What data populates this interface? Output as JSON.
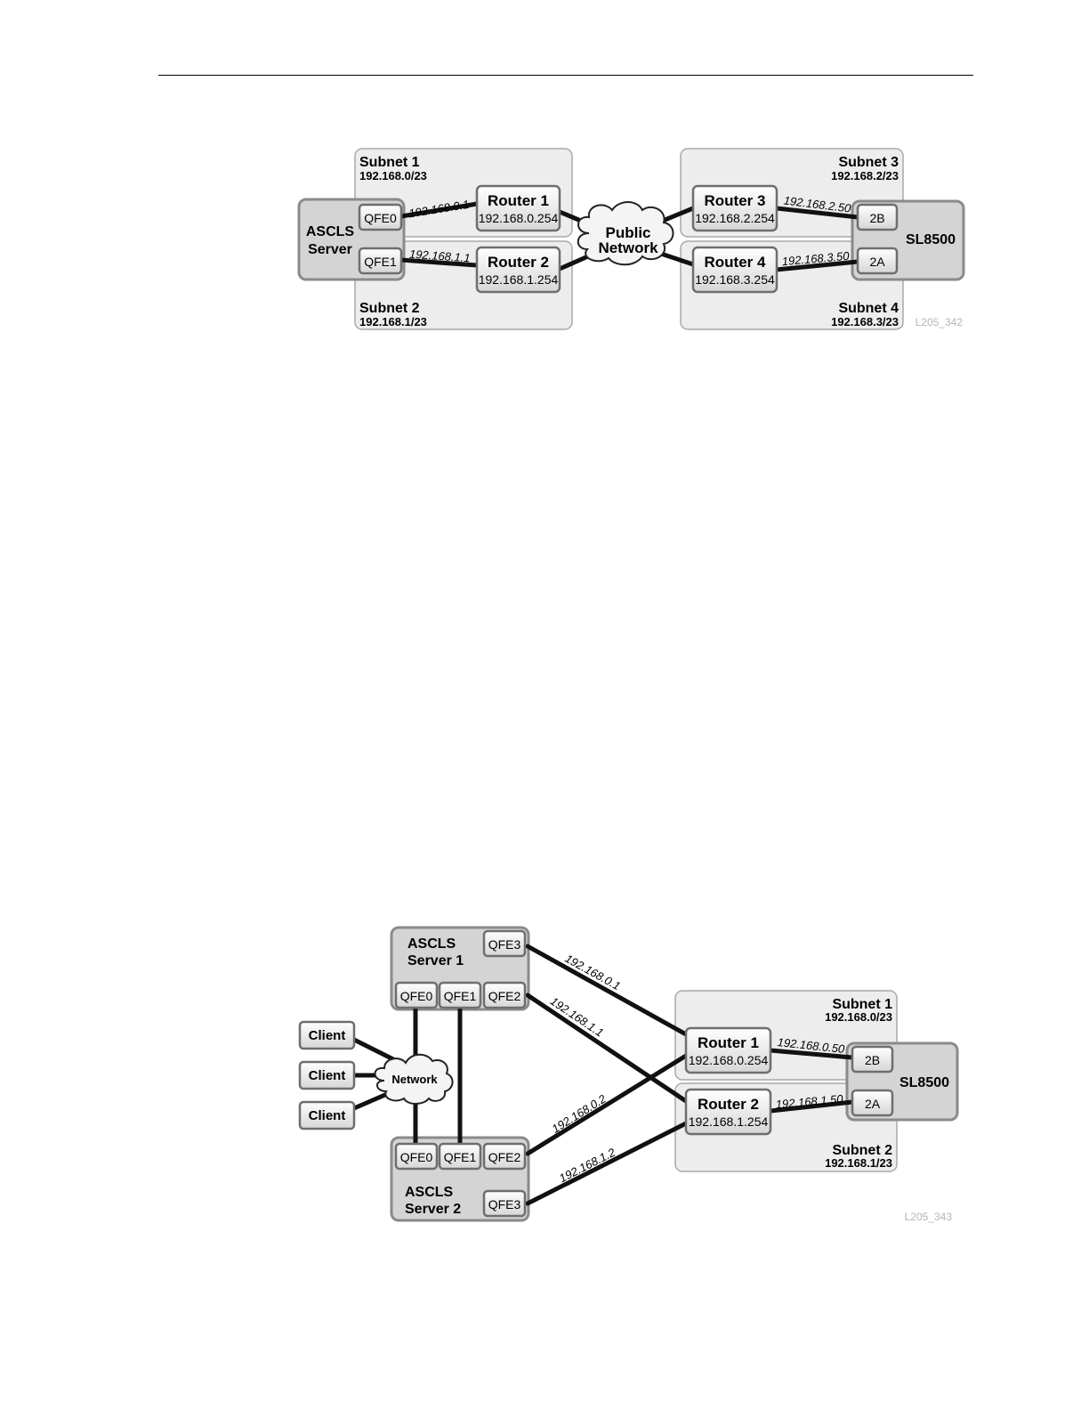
{
  "diagram1": {
    "subnet1": {
      "name": "Subnet 1",
      "ip": "192.168.0/23"
    },
    "subnet2": {
      "name": "Subnet 2",
      "ip": "192.168.1/23"
    },
    "subnet3": {
      "name": "Subnet 3",
      "ip": "192.168.2/23"
    },
    "subnet4": {
      "name": "Subnet 4",
      "ip": "192.168.3/23"
    },
    "server": {
      "line1": "ASCLS",
      "line2": "Server"
    },
    "qfe0": "QFE0",
    "qfe1": "QFE1",
    "router1": {
      "name": "Router 1",
      "ip": "192.168.0.254"
    },
    "router2": {
      "name": "Router 2",
      "ip": "192.168.1.254"
    },
    "router3": {
      "name": "Router 3",
      "ip": "192.168.2.254"
    },
    "router4": {
      "name": "Router 4",
      "ip": "192.168.3.254"
    },
    "cloud": {
      "line1": "Public",
      "line2": "Network"
    },
    "link_qfe0": "192.168.0.1",
    "link_qfe1": "192.168.1.1",
    "link_2b": "192.168.2.50",
    "link_2a": "192.168.3.50",
    "port_2b": "2B",
    "port_2a": "2A",
    "library": "SL8500",
    "figure_id": "L205_342"
  },
  "diagram2": {
    "server1": {
      "line1": "ASCLS",
      "line2": "Server 1"
    },
    "server2": {
      "line1": "ASCLS",
      "line2": "Server 2"
    },
    "qfe0": "QFE0",
    "qfe1": "QFE1",
    "qfe2": "QFE2",
    "qfe3": "QFE3",
    "clients": [
      "Client",
      "Client",
      "Client"
    ],
    "network": "Network",
    "link_s1_qfe3": "192.168.0.1",
    "link_s1_qfe2": "192.168.1.1",
    "link_s2_qfe2": "192.168.0.2",
    "link_s2_qfe3": "192.168.1.2",
    "subnet1": {
      "name": "Subnet 1",
      "ip": "192.168.0/23"
    },
    "subnet2": {
      "name": "Subnet 2",
      "ip": "192.168.1/23"
    },
    "router1": {
      "name": "Router 1",
      "ip": "192.168.0.254"
    },
    "router2": {
      "name": "Router 2",
      "ip": "192.168.1.254"
    },
    "link_2b": "192.168.0.50",
    "link_2a": "192.168.1.50",
    "port_2b": "2B",
    "port_2a": "2A",
    "library": "SL8500",
    "figure_id": "L205_343"
  }
}
